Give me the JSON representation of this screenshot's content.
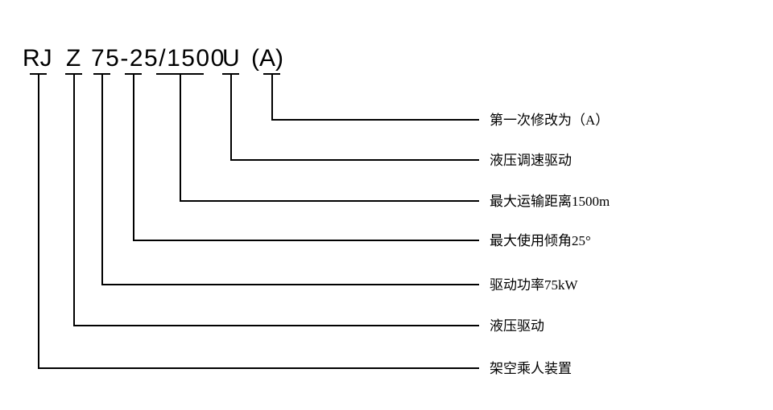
{
  "model_title": {
    "full": "RJ Z 75-25/1500 U (A)",
    "segments": [
      {
        "text": "RJ"
      },
      {
        "text": "Z"
      },
      {
        "text": "75-25/1500"
      },
      {
        "text": "U"
      },
      {
        "text": "(A)"
      }
    ]
  },
  "legend": {
    "entries": [
      {
        "code": "(A)",
        "label": "第一次修改为（A）"
      },
      {
        "code": "U",
        "label": "液压调速驱动"
      },
      {
        "code": "1500",
        "label": "最大运输距离1500m"
      },
      {
        "code": "25",
        "label": "最大使用倾角25°"
      },
      {
        "code": "75",
        "label": "驱动功率75kW"
      },
      {
        "code": "Z",
        "label": "液压驱动"
      },
      {
        "code": "RJ",
        "label": "架空乘人装置"
      }
    ]
  },
  "colors": {
    "line": "#000000",
    "text": "#000000",
    "background": "#ffffff"
  }
}
